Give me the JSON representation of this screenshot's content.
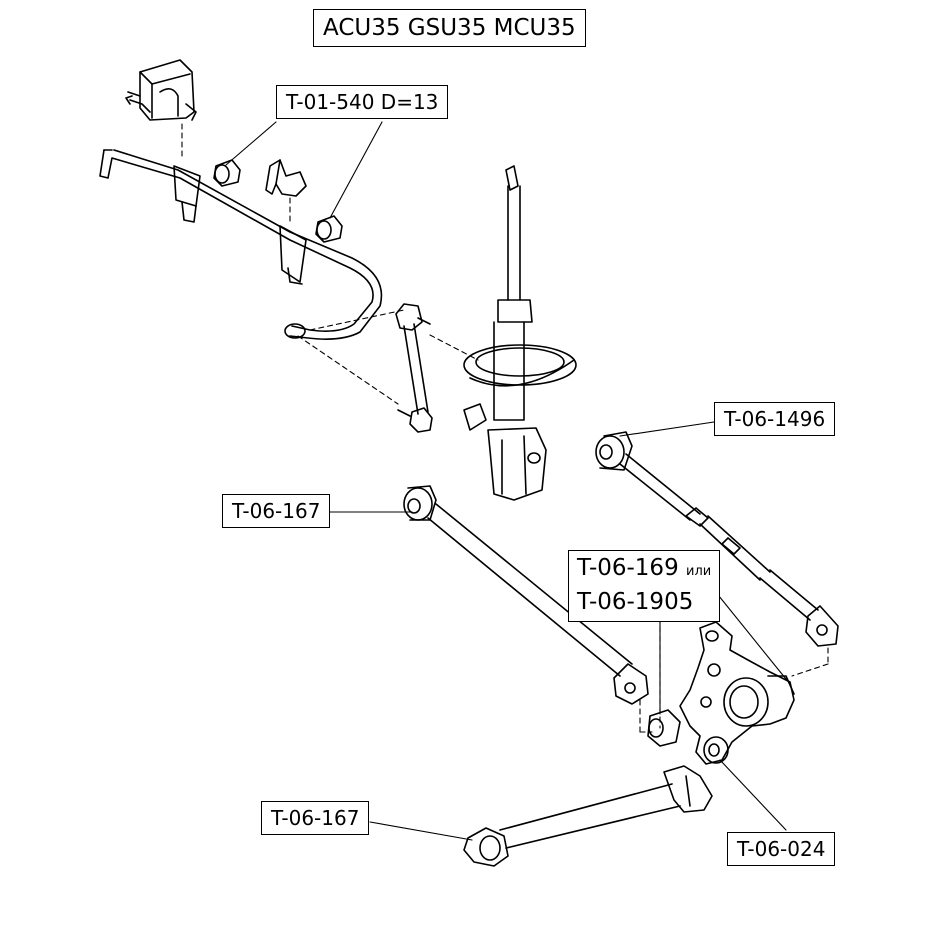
{
  "title": "ACU35 GSU35 MCU35",
  "callouts": {
    "stab_bushing": "T-01-540 D=13",
    "upper_rear_arm": "T-06-1496",
    "front_lower_arm": "T-06-167",
    "knuckle_bushing_a": "T-06-169",
    "knuckle_bushing_or": "или",
    "knuckle_bushing_b": "T-06-1905",
    "rear_lower_arm": "T-06-167",
    "knuckle_bottom": "T-06-024"
  },
  "colors": {
    "line": "#000000",
    "background": "#ffffff"
  }
}
